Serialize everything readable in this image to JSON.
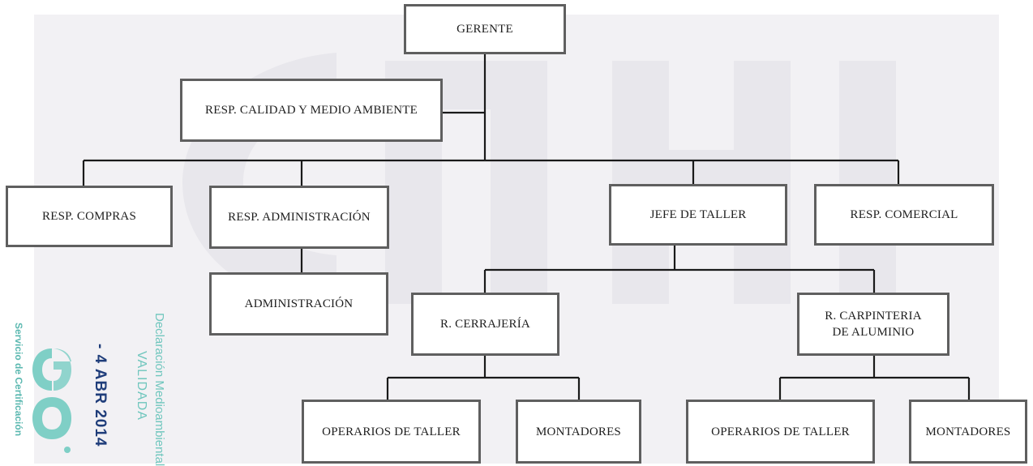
{
  "org_chart": {
    "gerente": "GERENTE",
    "resp_calidad": "RESP. CALIDAD Y MEDIO AMBIENTE",
    "resp_compras": "RESP. COMPRAS",
    "resp_administracion": "RESP. ADMINISTRACIÓN",
    "jefe_taller": "JEFE DE TALLER",
    "resp_comercial": "RESP. COMERCIAL",
    "administracion": "ADMINISTRACIÓN",
    "r_cerrajeria": "R. CERRAJERÍA",
    "r_carpinteria": "R. CARPINTERIA\nDE ALUMINIO",
    "cerrajeria_operarios": "OPERARIOS DE TALLER",
    "cerrajeria_montadores": "MONTADORES",
    "carpinteria_operarios": "OPERARIOS DE TALLER",
    "carpinteria_montadores": "MONTADORES"
  },
  "stamp": {
    "declaration": "Declaración Medioambiental",
    "status": "VALIDADA",
    "date": "- 4 ABR 2014",
    "issuer": "Servicio de Certificación",
    "logo_icon": "cert-logo-icon"
  },
  "colors": {
    "backdrop": "#f2f1f4",
    "box_border": "#5f5f5f",
    "connector": "#1a1a1a",
    "stamp_teal": "#6fc6bd",
    "stamp_navy": "#1f3d7a"
  }
}
